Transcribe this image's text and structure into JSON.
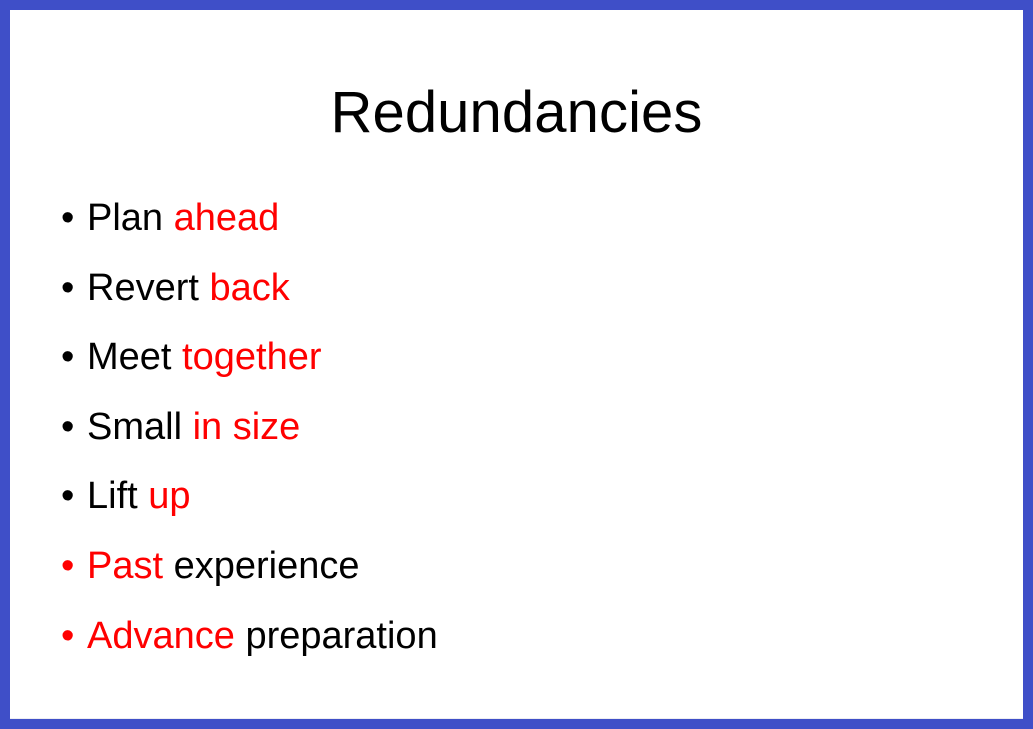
{
  "slide": {
    "title": "Redundancies",
    "border_color": "#3F4FC8",
    "background_color": "#FFFFFF",
    "text_color": "#000000",
    "highlight_color": "#FF0000",
    "bullet_glyph": "•",
    "items": [
      {
        "full_text": "Plan ahead",
        "marker_color": "#000000",
        "segments": [
          {
            "text": "Plan",
            "color": "black"
          },
          {
            "text": " ",
            "color": "black"
          },
          {
            "text": "ahead",
            "color": "red"
          }
        ]
      },
      {
        "full_text": "Revert back",
        "marker_color": "#000000",
        "segments": [
          {
            "text": "Revert",
            "color": "black"
          },
          {
            "text": " ",
            "color": "black"
          },
          {
            "text": "back",
            "color": "red"
          }
        ]
      },
      {
        "full_text": "Meet together",
        "marker_color": "#000000",
        "segments": [
          {
            "text": "Meet",
            "color": "black"
          },
          {
            "text": " ",
            "color": "black"
          },
          {
            "text": "together",
            "color": "red"
          }
        ]
      },
      {
        "full_text": "Small in size",
        "marker_color": "#000000",
        "segments": [
          {
            "text": "Small",
            "color": "black"
          },
          {
            "text": " ",
            "color": "black"
          },
          {
            "text": "in size",
            "color": "red"
          }
        ]
      },
      {
        "full_text": "Lift up",
        "marker_color": "#000000",
        "segments": [
          {
            "text": "Lift",
            "color": "black"
          },
          {
            "text": " ",
            "color": "black"
          },
          {
            "text": "up",
            "color": "red"
          }
        ]
      },
      {
        "full_text": "Past experience",
        "marker_color": "#FF0000",
        "segments": [
          {
            "text": "Past",
            "color": "red"
          },
          {
            "text": " ",
            "color": "black"
          },
          {
            "text": "experience",
            "color": "black"
          }
        ]
      },
      {
        "full_text": "Advance preparation",
        "marker_color": "#FF0000",
        "segments": [
          {
            "text": "Advance",
            "color": "red"
          },
          {
            "text": " ",
            "color": "black"
          },
          {
            "text": "preparation",
            "color": "black"
          }
        ]
      }
    ]
  }
}
